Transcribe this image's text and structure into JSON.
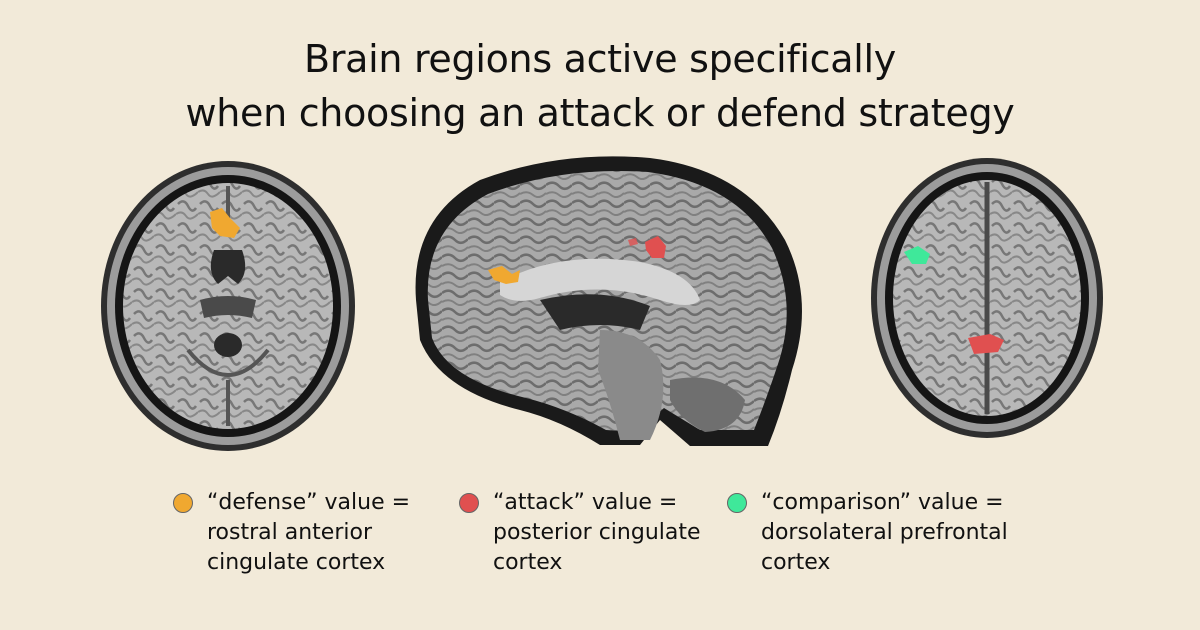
{
  "title": {
    "line1": "Brain regions active specifically",
    "line2": "when choosing an attack or defend strategy"
  },
  "colors": {
    "background": "#f2ead9",
    "defense": "#f0a830",
    "attack": "#e05050",
    "comparison": "#3fe89a"
  },
  "legend": [
    {
      "line1": "“defense” value =",
      "line2": "rostral anterior",
      "line3": "cingulate cortex",
      "color": "#f0a830"
    },
    {
      "line1": "“attack” value =",
      "line2": "posterior cingulate",
      "line3": "cortex",
      "color": "#e05050"
    },
    {
      "line1": "“comparison” value =",
      "line2": "dorsolateral prefrontal",
      "line3": "cortex",
      "color": "#3fe89a"
    }
  ]
}
